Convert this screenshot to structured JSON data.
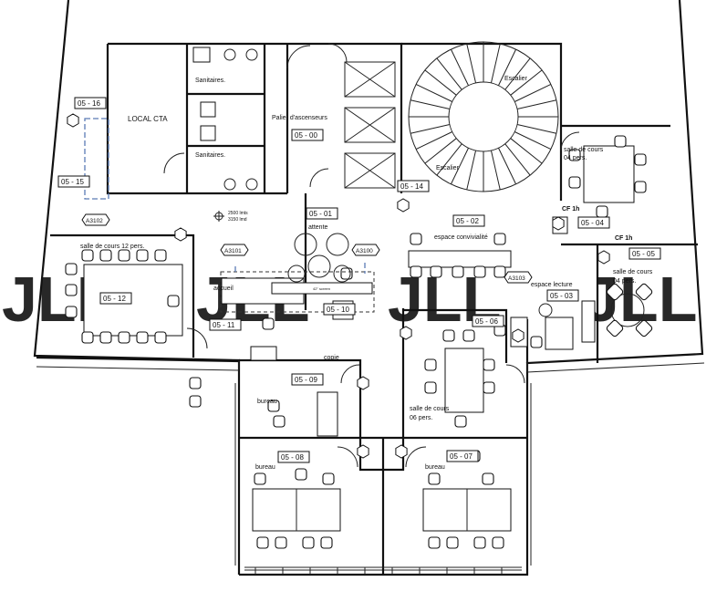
{
  "rooms": {
    "local_cta": "LOCAL CTA",
    "sanitaires_top": "Sanitaires.",
    "sanitaires_bottom": "Sanitaires.",
    "palier": "Palier d'ascenseurs",
    "escalier_top": "Escalier",
    "escalier_bottom": "Escalier",
    "attente": "attente",
    "espace_convivialite": "espace convivialité",
    "espace_lecture": "espace lecture",
    "accueil": "accueil",
    "copie": "copie",
    "bureau_09": "bureau",
    "bureau_08": "bureau",
    "bureau_07": "bureau",
    "salle_12_line1": "salle de cours 12 pers.",
    "salle_06_line1": "salle de cours",
    "salle_06_line2": "06 pers.",
    "salle_05_line1": "salle de cours",
    "salle_05_line2": "04 pers.",
    "salle_04_line1": "salle de cours",
    "salle_04_line2": "04 pers.",
    "cf_a": "CF 1h",
    "cf_b": "CF 1h"
  },
  "tags": {
    "t16": "05 - 16",
    "t15": "05 - 15",
    "t00": "05 - 00",
    "t01": "05 - 01",
    "t02": "05 - 02",
    "t14": "05 - 14",
    "t04": "05 - 04",
    "t05": "05 - 05",
    "t12": "05 - 12",
    "t11": "05 - 11",
    "t10": "05 - 10",
    "t06": "05 - 06",
    "t03": "05 - 03",
    "t09": "05 - 09",
    "t08": "05 - 08",
    "t07": "05 - 07"
  },
  "aps": {
    "a3102": "A3102",
    "a3101": "A3101",
    "a3100": "A3100",
    "a3103": "A3103"
  },
  "notes": {
    "fire1": "2500 lmts",
    "fire2": "3150 lmd",
    "screen": "42\" screen"
  },
  "watermark": "JLL"
}
